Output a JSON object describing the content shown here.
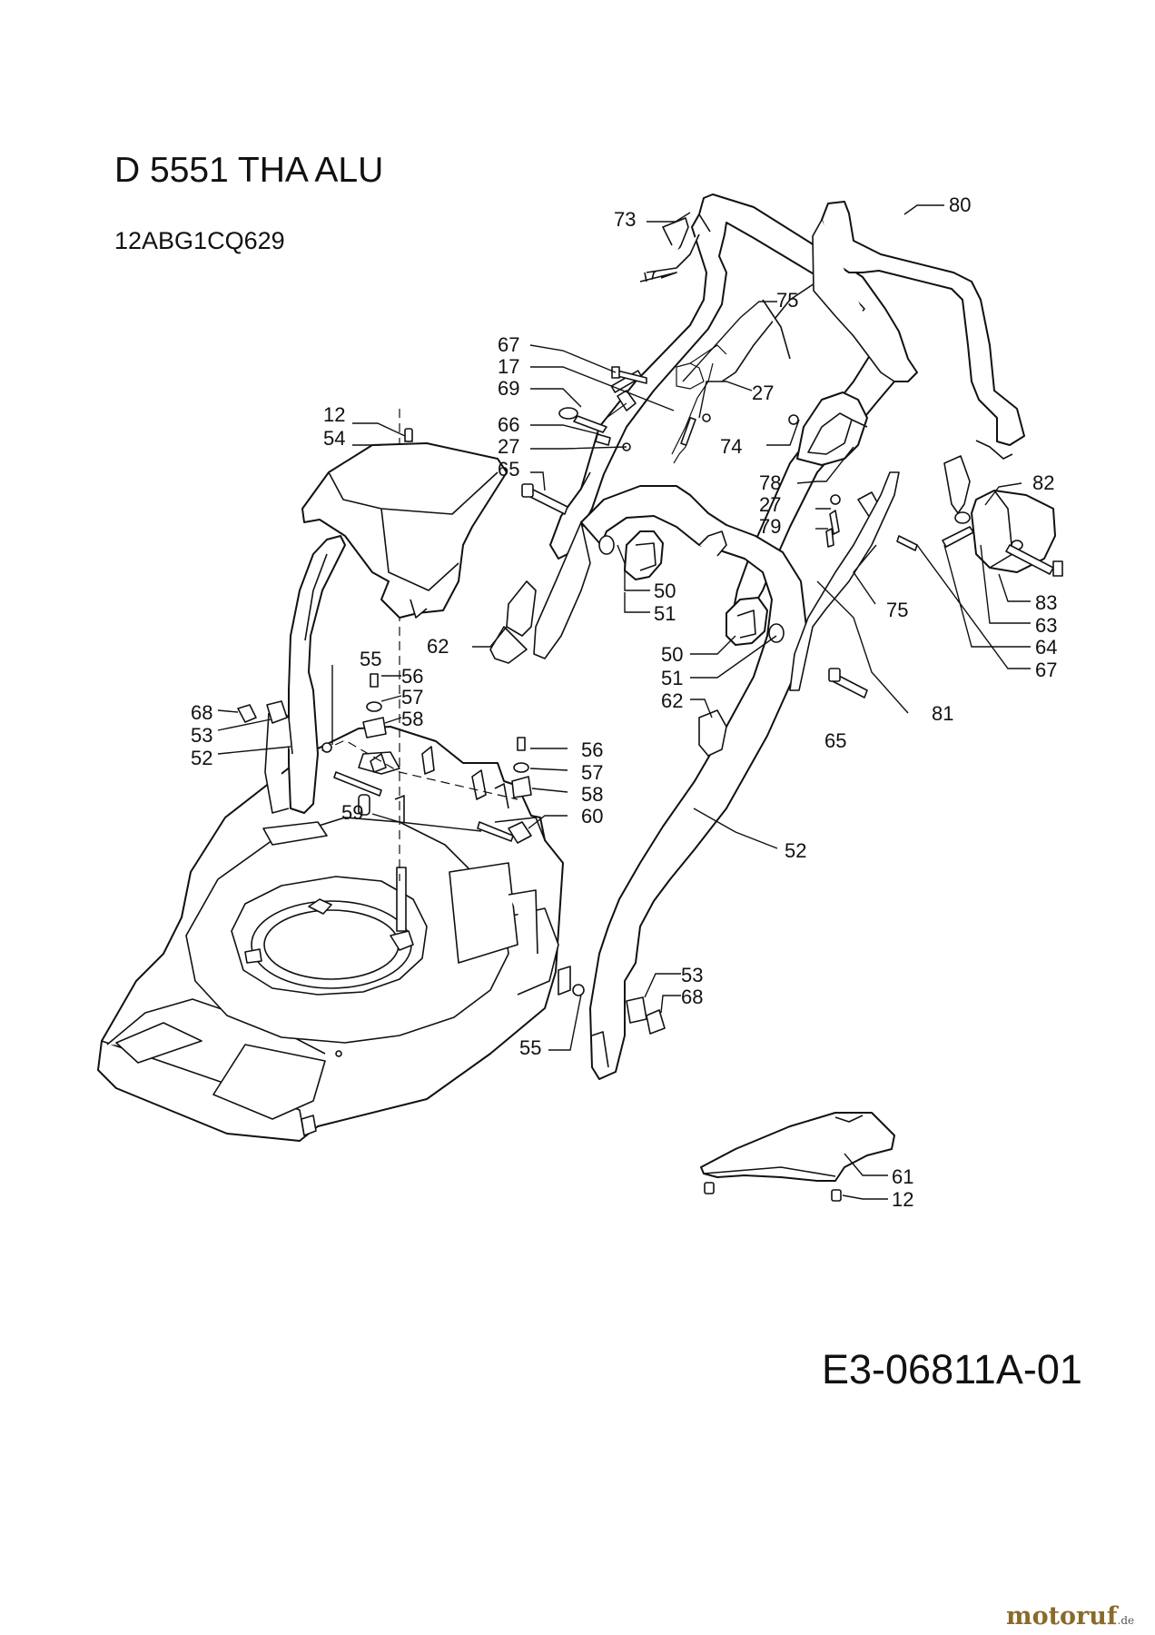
{
  "header": {
    "title": "D 5551 THA ALU",
    "model_number": "12ABG1CQ629"
  },
  "footer": {
    "document_number": "E3-06811A-01",
    "brand": "motoruf",
    "brand_tld": ".de"
  },
  "part_labels": [
    "73",
    "80",
    "75",
    "67",
    "17",
    "69",
    "27",
    "66",
    "27",
    "65",
    "74",
    "78",
    "27",
    "79",
    "82",
    "12",
    "54",
    "50",
    "51",
    "75",
    "83",
    "63",
    "64",
    "67",
    "62",
    "50",
    "51",
    "62",
    "55",
    "56",
    "57",
    "58",
    "68",
    "53",
    "52",
    "65",
    "81",
    "56",
    "57",
    "58",
    "59",
    "60",
    "52",
    "53",
    "68",
    "55",
    "61",
    "12"
  ]
}
